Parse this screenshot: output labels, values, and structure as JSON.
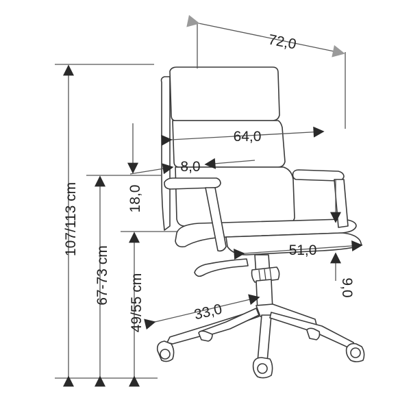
{
  "figure": {
    "type": "dimension-drawing",
    "unit_label": "cm",
    "arrow_color": "#2a2a2a",
    "arrow_gray_color": "#9a9a9a",
    "dimensions": {
      "total_width": "72,0",
      "back_width": "64,0",
      "armrest_width": "8,0",
      "back_to_arm": "18,0",
      "seat_depth": "51,0",
      "seat_thickness": "9,0",
      "base_radius": "33,0",
      "total_height": "107/113 cm",
      "arm_height": "67-73 cm",
      "seat_height": "49/55 cm"
    }
  }
}
